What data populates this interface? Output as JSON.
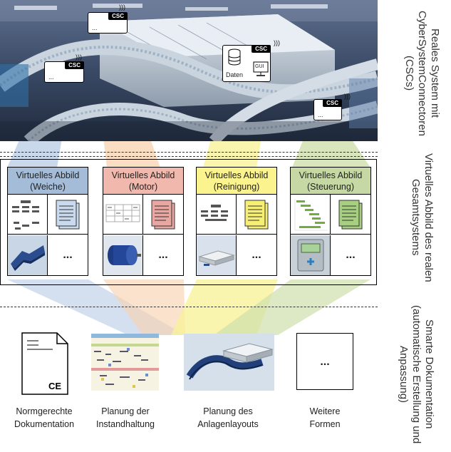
{
  "colors": {
    "weiche": "#a4bcd8",
    "motor": "#f1b9ad",
    "reinigung": "#fbf38d",
    "steuerung": "#c6d9a4",
    "beam_blue": "#b8cbe4",
    "beam_orange": "#f8d3b0",
    "beam_yellow": "#f7f29a",
    "beam_green": "#cfe0ad"
  },
  "top_section": {
    "csc_tag": "CSC",
    "csc_dots": "...",
    "daten_label": "Daten",
    "gui_label": "GUI",
    "side_label": "Reales System mit CyberSystemConnectoren (CSCs)"
  },
  "virtual_section": {
    "side_label": "Virtuelles Abbild des realen Gesamtsystems",
    "cards": [
      {
        "title": "Virtuelles Abbild",
        "subtitle": "(Weiche)",
        "dots": "..."
      },
      {
        "title": "Virtuelles Abbild",
        "subtitle": "(Motor)",
        "dots": "..."
      },
      {
        "title": "Virtuelles Abbild",
        "subtitle": "(Reinigung)",
        "dots": "..."
      },
      {
        "title": "Virtuelles Abbild",
        "subtitle": "(Steuerung)",
        "dots": "..."
      }
    ]
  },
  "bottom_section": {
    "side_label": "Smarte Dokumentation (automatische Erstellung und Anpassung)",
    "ce_mark": "CE",
    "more_dots": "...",
    "items": [
      {
        "line1": "Normgerechte",
        "line2": "Dokumentation"
      },
      {
        "line1": "Planung der",
        "line2": "Instandhaltung"
      },
      {
        "line1": "Planung des",
        "line2": "Anlagenlayouts"
      },
      {
        "line1": "Weitere",
        "line2": "Formen"
      }
    ]
  }
}
